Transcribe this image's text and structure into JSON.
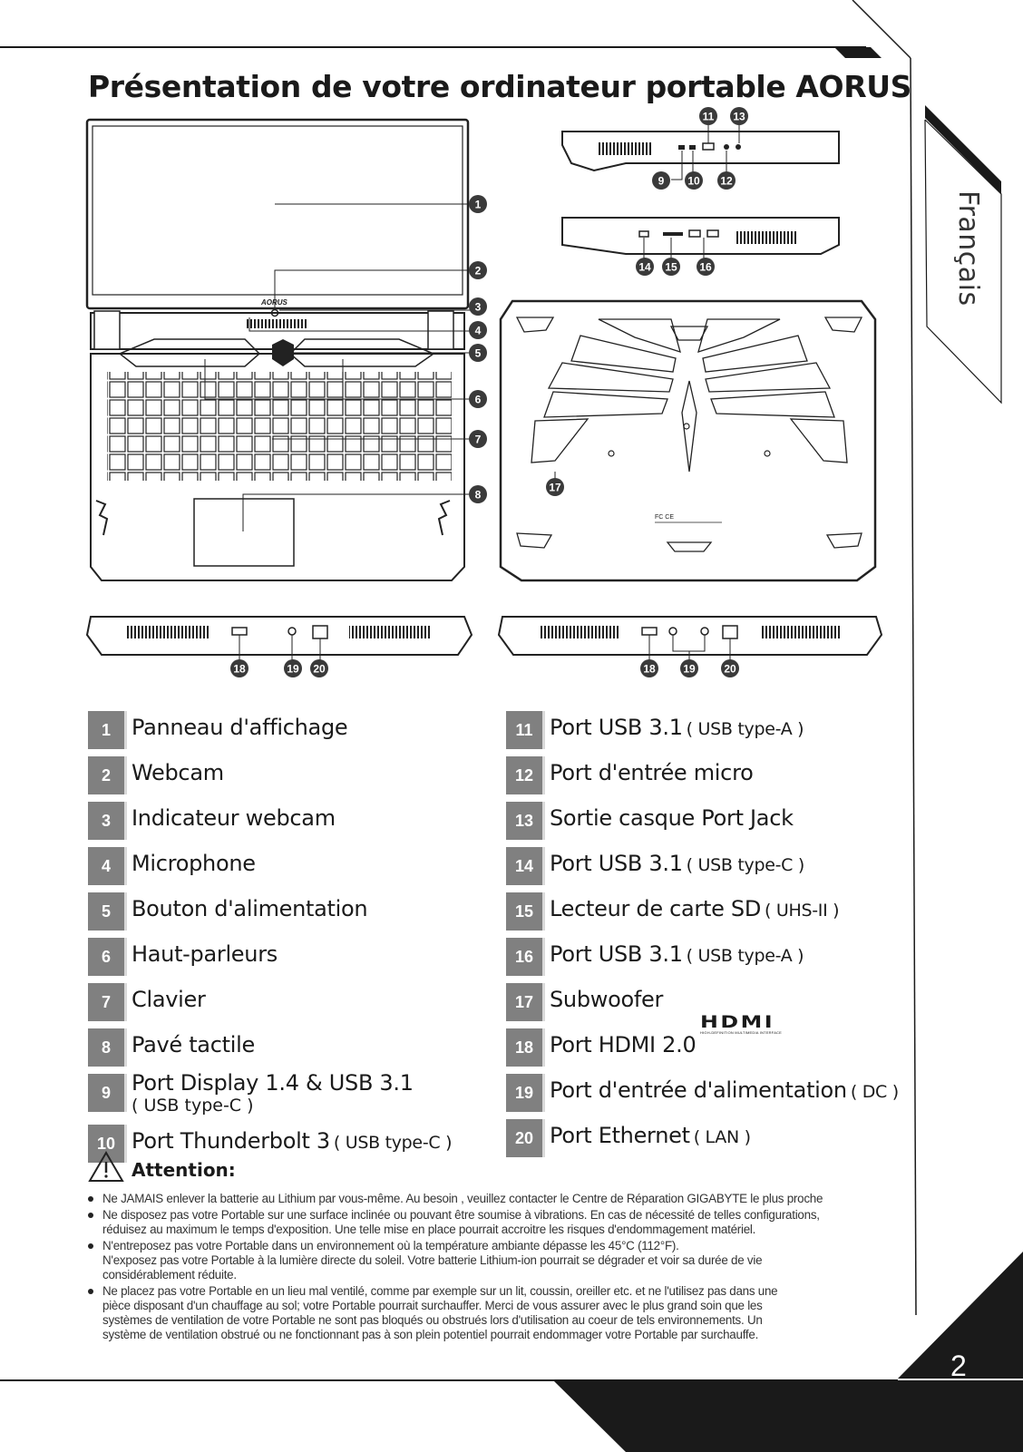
{
  "page": {
    "title": "Présentation de votre ordinateur portable AORUS",
    "language_tab": "Français",
    "page_number": "2"
  },
  "diagram": {
    "front_logo": "AORUS",
    "callouts": [
      "1",
      "2",
      "3",
      "4",
      "5",
      "6",
      "7",
      "8",
      "9",
      "10",
      "11",
      "12",
      "13",
      "14",
      "15",
      "16",
      "17",
      "18",
      "19",
      "20"
    ],
    "bottom_label_icons": "FC CE"
  },
  "legend": {
    "left": [
      {
        "num": "1",
        "label": "Panneau d'affichage",
        "sub": ""
      },
      {
        "num": "2",
        "label": "Webcam",
        "sub": ""
      },
      {
        "num": "3",
        "label": "Indicateur webcam",
        "sub": ""
      },
      {
        "num": "4",
        "label": "Microphone",
        "sub": ""
      },
      {
        "num": "5",
        "label": "Bouton d'alimentation",
        "sub": ""
      },
      {
        "num": "6",
        "label": "Haut-parleurs",
        "sub": ""
      },
      {
        "num": "7",
        "label": "Clavier",
        "sub": ""
      },
      {
        "num": "8",
        "label": "Pavé tactile",
        "sub": ""
      },
      {
        "num": "9",
        "label": "Port Display 1.4 & USB 3.1",
        "sub": "( USB type-C )"
      },
      {
        "num": "10",
        "label": "Port Thunderbolt 3",
        "sub": "( USB type-C )"
      }
    ],
    "right": [
      {
        "num": "11",
        "label": "Port USB 3.1",
        "sub": "( USB type-A )"
      },
      {
        "num": "12",
        "label": "Port d'entrée micro",
        "sub": ""
      },
      {
        "num": "13",
        "label": "Sortie casque Port Jack",
        "sub": ""
      },
      {
        "num": "14",
        "label": "Port USB 3.1",
        "sub": "( USB type-C )"
      },
      {
        "num": "15",
        "label": "Lecteur de carte SD",
        "sub": "( UHS-II )"
      },
      {
        "num": "16",
        "label": "Port USB 3.1",
        "sub": "( USB type-A )"
      },
      {
        "num": "17",
        "label": "Subwoofer",
        "sub": ""
      },
      {
        "num": "18",
        "label": "Port HDMI 2.0",
        "sub": ""
      },
      {
        "num": "19",
        "label": "Port d'entrée d'alimentation",
        "sub": "( DC )"
      },
      {
        "num": "20",
        "label": "Port Ethernet",
        "sub": "( LAN )"
      }
    ],
    "hdmi_logo": "HDMI",
    "hdmi_tagline": "HIGH-DEFINITION MULTIMEDIA INTERFACE"
  },
  "attention": {
    "title": "Attention:",
    "icon": "warning-triangle-icon",
    "notes": [
      [
        "Ne JAMAIS enlever la batterie au Lithium par vous-même. Au besoin , veuillez contacter le Centre de Réparation GIGABYTE le plus proche"
      ],
      [
        "Ne disposez pas votre Portable sur une surface inclinée ou pouvant être soumise à vibrations. En cas de nécessité de telles configurations,",
        "réduisez au maximum le temps d'exposition. Une telle mise en place pourrait accroitre les risques d'endommagement matériel."
      ],
      [
        "N'entreposez pas votre Portable dans un environnement où la température ambiante dépasse les 45°C (112°F).",
        "N'exposez pas votre Portable à la lumière directe du soleil. Votre batterie Lithium-ion pourrait se dégrader et voir sa durée de vie",
        "considérablement réduite."
      ],
      [
        "Ne placez pas votre Portable en un lieu mal ventilé, comme par exemple sur un lit, coussin, oreiller etc. et ne l'utilisez pas dans une",
        "pièce disposant d'un chauffage au sol; votre Portable pourrait surchauffer. Merci de vous assurer avec le plus grand soin que les",
        "systèmes de ventilation de votre Portable ne sont pas bloqués ou obstrués lors d'utilisation au coeur de tels environnements. Un",
        "système de ventilation obstrué ou ne fonctionnant pas à son plein potentiel pourrait endommager votre Portable par surchauffe."
      ]
    ]
  },
  "colors": {
    "badge": "#808080",
    "dark": "#1a1a1a",
    "callout": "#3a3a3a"
  }
}
